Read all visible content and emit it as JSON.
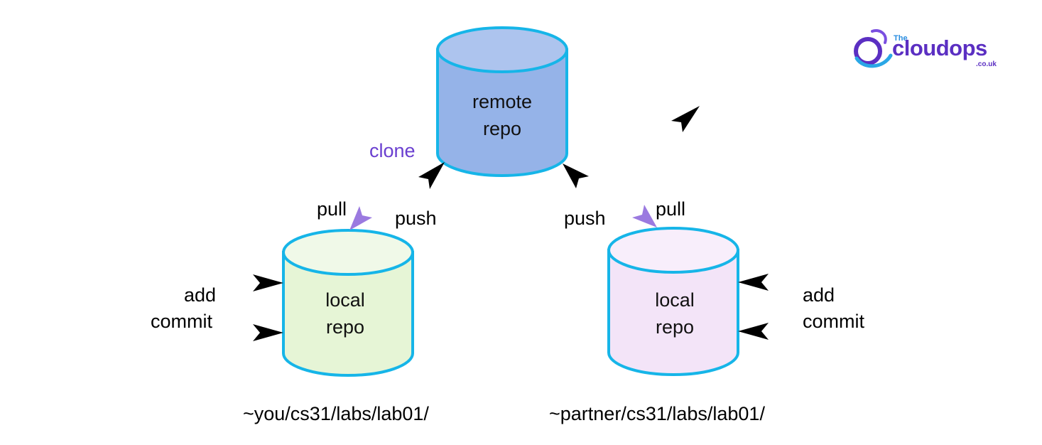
{
  "logo": {
    "prefix": "The",
    "name": "cloudops",
    "suffix": ".co.uk"
  },
  "remote": {
    "line1": "remote",
    "line2": "repo"
  },
  "local_you": {
    "line1": "local",
    "line2": "repo",
    "path": "~you/cs31/labs/lab01/"
  },
  "local_partner": {
    "line1": "local",
    "line2": "repo",
    "path": "~partner/cs31/labs/lab01/"
  },
  "labels": {
    "clone": "clone",
    "pull_left": "pull",
    "push_left": "push",
    "push_right": "push",
    "pull_right": "pull",
    "add_left": "add",
    "commit_left": "commit",
    "add_right": "add",
    "commit_right": "commit"
  },
  "colors": {
    "remote_fill": "#95b3e8",
    "remote_top": "#adc4ee",
    "local_you_fill": "#e6f5d6",
    "local_partner_fill": "#f3e4f8",
    "outline": "#16b5e8",
    "clone_text": "#6a3fd0",
    "pull_arrow": "#9b7ae0"
  }
}
